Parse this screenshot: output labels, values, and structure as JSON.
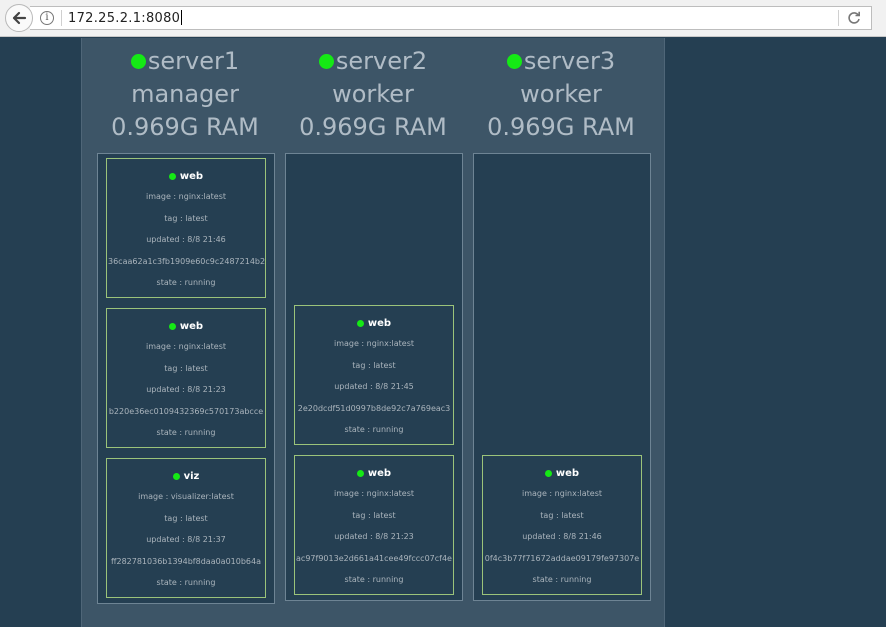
{
  "browser": {
    "url": "172.25.2.1:8080"
  },
  "servers": [
    {
      "name": "server1",
      "role": "manager",
      "ram": "0.969G RAM",
      "status_color": "#15e915",
      "tasks": [
        {
          "name": "web",
          "image": "image : nginx:latest",
          "tag": "tag : latest",
          "updated": "updated : 8/8 21:46",
          "id": "36caa62a1c3fb1909e60c9c2487214b2",
          "state": "state : running"
        },
        {
          "name": "web",
          "image": "image : nginx:latest",
          "tag": "tag : latest",
          "updated": "updated : 8/8 21:23",
          "id": "b220e36ec0109432369c570173abcce",
          "state": "state : running"
        },
        {
          "name": "viz",
          "image": "image : visualizer:latest",
          "tag": "tag : latest",
          "updated": "updated : 8/8 21:37",
          "id": "ff282781036b1394bf8daa0a010b64a",
          "state": "state : running"
        }
      ]
    },
    {
      "name": "server2",
      "role": "worker",
      "ram": "0.969G RAM",
      "status_color": "#15e915",
      "tasks": [
        {
          "name": "web",
          "image": "image : nginx:latest",
          "tag": "tag : latest",
          "updated": "updated : 8/8 21:45",
          "id": "2e20dcdf51d0997b8de92c7a769eac3",
          "state": "state : running"
        },
        {
          "name": "web",
          "image": "image : nginx:latest",
          "tag": "tag : latest",
          "updated": "updated : 8/8 21:23",
          "id": "ac97f9013e2d661a41cee49fccc07cf4e",
          "state": "state : running"
        }
      ]
    },
    {
      "name": "server3",
      "role": "worker",
      "ram": "0.969G RAM",
      "status_color": "#15e915",
      "tasks": [
        {
          "name": "web",
          "image": "image : nginx:latest",
          "tag": "tag : latest",
          "updated": "updated : 8/8 21:46",
          "id": "0f4c3b77f71672addae09179fe97307e",
          "state": "state : running"
        }
      ]
    }
  ]
}
